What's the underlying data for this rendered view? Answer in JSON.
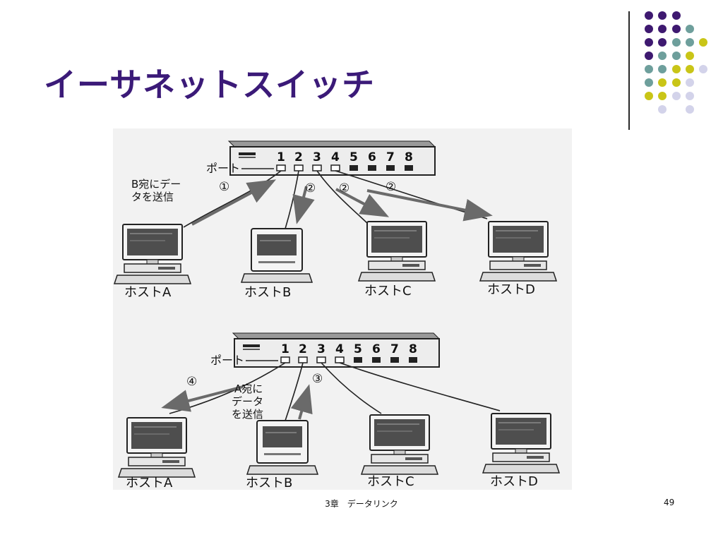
{
  "slide": {
    "title": "イーサネットスイッチ",
    "footer_center": "3章　データリンク",
    "page_number": "49"
  },
  "colors": {
    "title": "#3b1a78",
    "dot_purple": "#3e1970",
    "dot_teal": "#6e9f9c",
    "dot_yellow": "#c9c517",
    "dot_lavender": "#d3d3ea"
  },
  "diagram": {
    "port_label": "ポート",
    "port_numbers": [
      "1",
      "2",
      "3",
      "4",
      "5",
      "6",
      "7",
      "8"
    ],
    "top": {
      "note_line1": "B宛にデー",
      "note_line2": "タを送信",
      "circle_1": "①",
      "circle_2a": "②",
      "circle_2b": "②",
      "circle_2c": "②",
      "hosts": [
        "ホストA",
        "ホストB",
        "ホストC",
        "ホストD"
      ]
    },
    "bottom": {
      "circle_4": "④",
      "circle_3": "③",
      "note_line1": "A宛に",
      "note_line2": "データ",
      "note_line3": "を送信",
      "hosts": [
        "ホストA",
        "ホストB",
        "ホストC",
        "ホストD"
      ]
    }
  }
}
